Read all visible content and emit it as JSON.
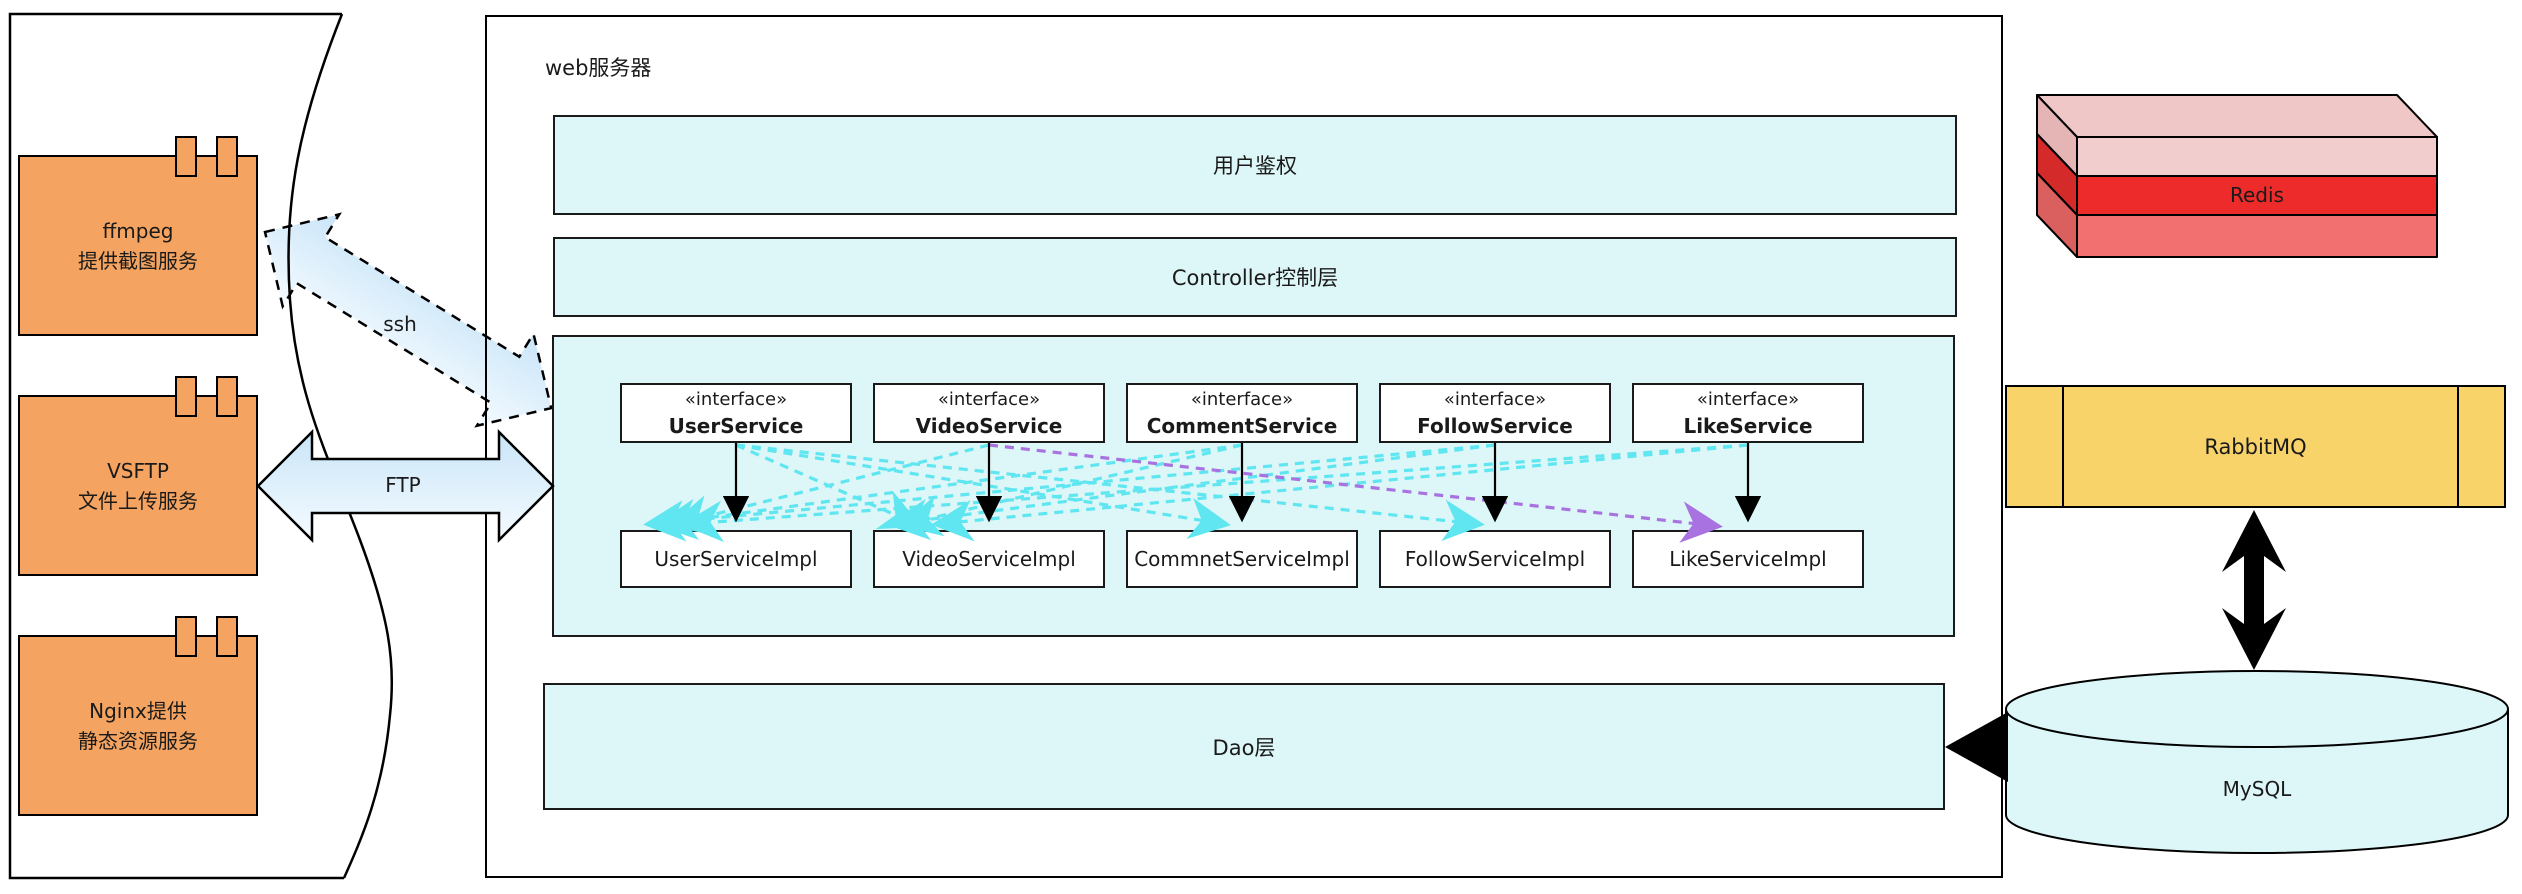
{
  "left_panel": {
    "components": [
      {
        "line1": "ffmpeg",
        "line2": "提供截图服务"
      },
      {
        "line1": "VSFTP",
        "line2": "文件上传服务"
      },
      {
        "line1": "Nginx提供",
        "line2": "静态资源服务"
      }
    ]
  },
  "connectors": {
    "ssh_label": "ssh",
    "ftp_label": "FTP"
  },
  "web_server": {
    "title": "web服务器",
    "auth_layer": "用户鉴权",
    "controller_layer": "Controller控制层",
    "service_layer": {
      "interfaces": [
        {
          "stereotype": "«interface»",
          "name": "UserService"
        },
        {
          "stereotype": "«interface»",
          "name": "VideoService"
        },
        {
          "stereotype": "«interface»",
          "name": "CommentService"
        },
        {
          "stereotype": "«interface»",
          "name": "FollowService"
        },
        {
          "stereotype": "«interface»",
          "name": "LikeService"
        }
      ],
      "implementations": [
        {
          "name": "UserServiceImpl"
        },
        {
          "name": "VideoServiceImpl"
        },
        {
          "name": "CommnetServiceImpl"
        },
        {
          "name": "FollowServiceImpl"
        },
        {
          "name": "LikeServiceImpl"
        }
      ]
    },
    "dao_layer": "Dao层"
  },
  "infrastructure": {
    "redis_label": "Redis",
    "rabbitmq_label": "RabbitMQ",
    "mysql_label": "MySQL"
  },
  "colors": {
    "component_orange": "#F4A460",
    "layer_cyan": "#DDF6F7",
    "rabbitmq_yellow": "#F8D36A",
    "redis_red": "#EE2B2B",
    "redis_pink": "#F2CDCD",
    "redis_salmon": "#F37070",
    "dependency_cyan": "#5FE6F0",
    "dependency_purple": "#A873E0",
    "connector_arrow_blue": "#D9EEFA"
  }
}
